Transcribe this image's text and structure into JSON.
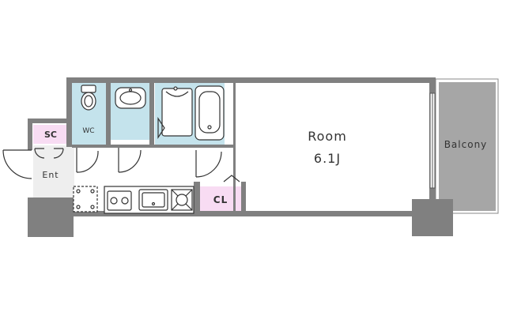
{
  "labels": {
    "room_name": "Room",
    "room_size": "6.1J",
    "balcony": "Balcony",
    "wc": "WC",
    "sc": "SC",
    "ent": "Ent",
    "cl": "CL"
  },
  "colors": {
    "wall": "#808080",
    "wet_area": "#c4e3ec",
    "storage": "#f8dcf3",
    "balcony": "#a6a6a6",
    "floor": "#ffffff",
    "line": "#333333"
  },
  "icons": [
    "toilet-icon",
    "sink-icon",
    "washbasin-icon",
    "bathtub-icon",
    "stove-icon",
    "kitchen-sink-icon",
    "washing-machine-icon",
    "fridge-icon"
  ]
}
